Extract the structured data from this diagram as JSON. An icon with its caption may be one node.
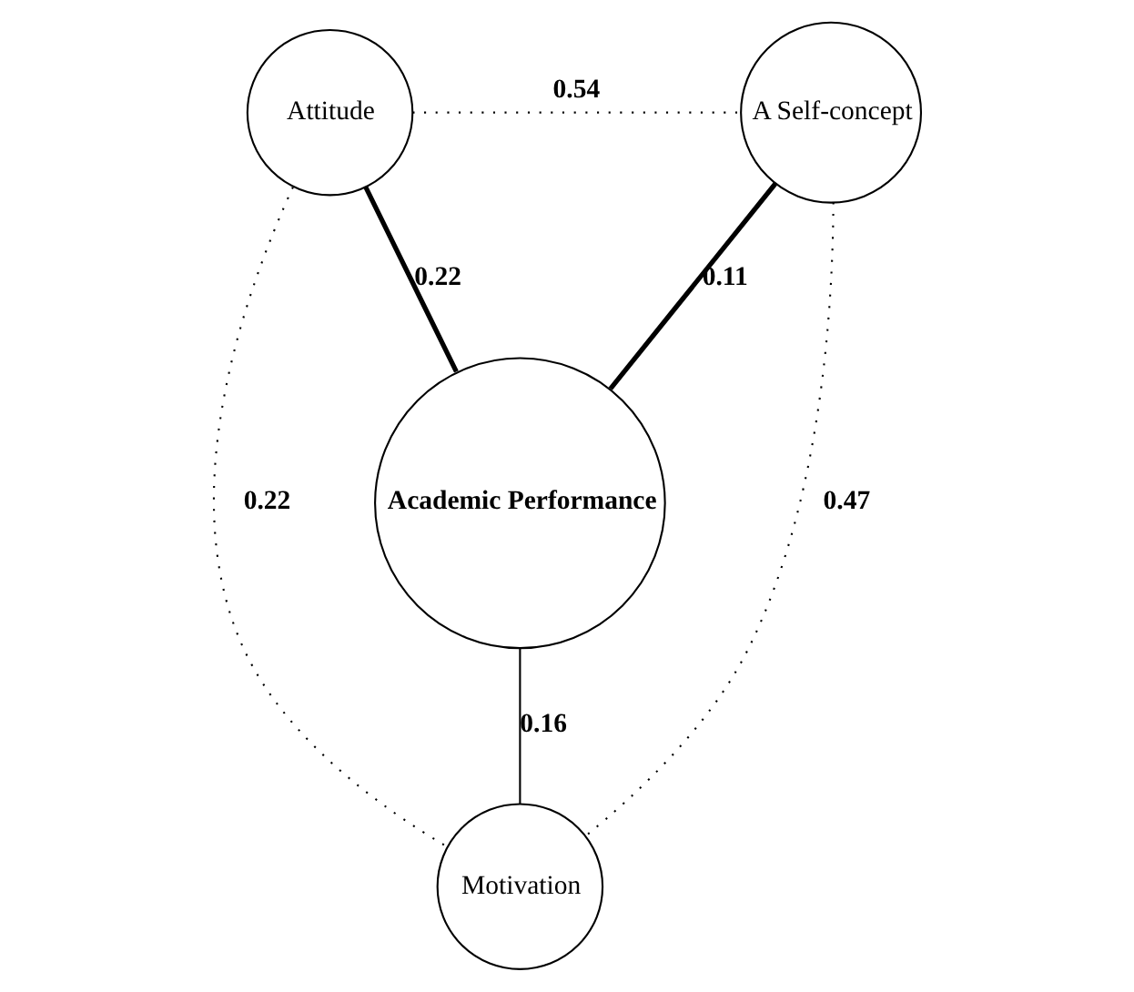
{
  "diagram": {
    "nodes": [
      {
        "text": [
          "Attitude"
        ]
      },
      {
        "text": [
          "A Self-concept"
        ]
      },
      {
        "text": [
          "Academic Performance"
        ]
      },
      {
        "text": [
          "Motivation"
        ]
      }
    ],
    "edges": [
      {
        "from": 0,
        "to": 1,
        "arrow": "none",
        "label": "0.54",
        "style": "dashed"
      },
      {
        "from": 0,
        "to": 2,
        "arrow": "none",
        "label": "0.22",
        "style": "thick"
      },
      {
        "from": 1,
        "to": 2,
        "arrow": "none",
        "label": "0.11",
        "style": "thick"
      },
      {
        "from": 2,
        "to": 3,
        "arrow": "none",
        "label": "0.16"
      },
      {
        "from": 0,
        "to": 3,
        "arrow": "none",
        "label": "0.22",
        "style": "dashed"
      },
      {
        "from": 1,
        "to": 3,
        "arrow": "none",
        "label": "0.47",
        "style": "dashed"
      }
    ]
  }
}
